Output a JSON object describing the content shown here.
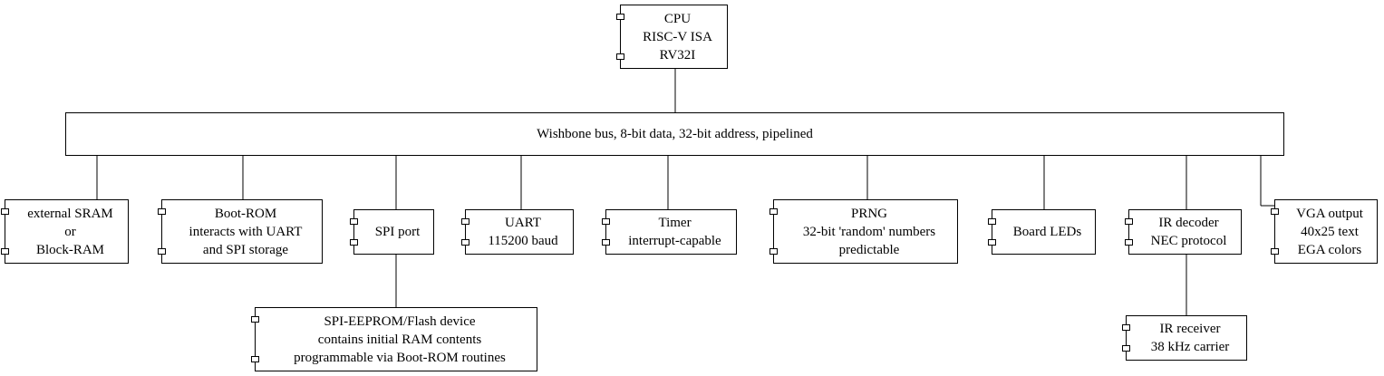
{
  "bus": {
    "lines": [
      "Wishbone bus, 8-bit data, 32-bit address, pipelined"
    ]
  },
  "cpu": {
    "lines": [
      "CPU",
      "RISC-V ISA",
      "RV32I"
    ]
  },
  "sram": {
    "lines": [
      "external SRAM",
      "or",
      "Block-RAM"
    ]
  },
  "bootrom": {
    "lines": [
      "Boot-ROM",
      "interacts with UART",
      "and SPI storage"
    ]
  },
  "spi": {
    "lines": [
      "SPI port"
    ]
  },
  "spi_eeprom": {
    "lines": [
      "SPI-EEPROM/Flash device",
      "contains initial RAM contents",
      "programmable via Boot-ROM routines"
    ]
  },
  "uart": {
    "lines": [
      "UART",
      "115200 baud"
    ]
  },
  "timer": {
    "lines": [
      "Timer",
      "interrupt-capable"
    ]
  },
  "prng": {
    "lines": [
      "PRNG",
      "32-bit 'random' numbers",
      "predictable"
    ]
  },
  "leds": {
    "lines": [
      "Board LEDs"
    ]
  },
  "ir_decoder": {
    "lines": [
      "IR decoder",
      "NEC protocol"
    ]
  },
  "ir_receiver": {
    "lines": [
      "IR receiver",
      "38 kHz carrier"
    ]
  },
  "vga": {
    "lines": [
      "VGA output",
      "40x25 text",
      "EGA colors"
    ]
  }
}
